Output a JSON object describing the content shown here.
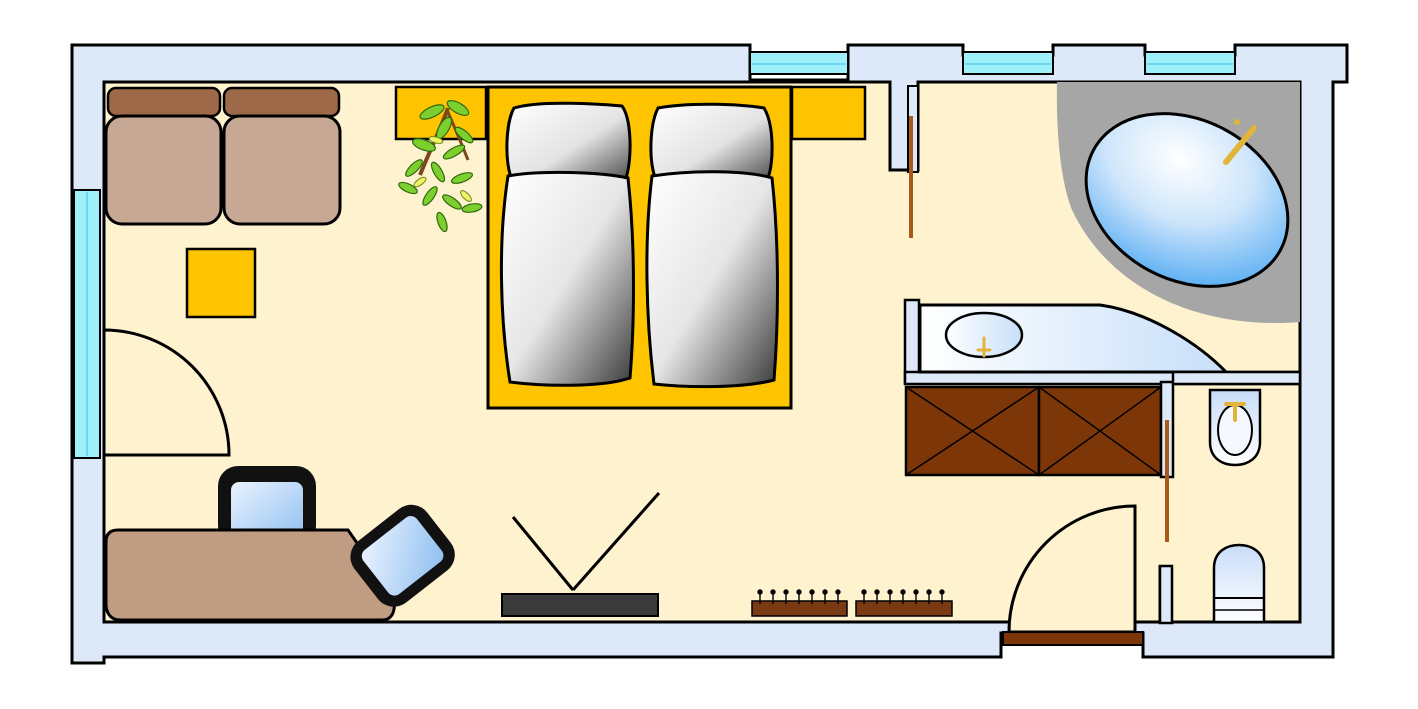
{
  "colors": {
    "background": "#ffffff",
    "wall_fill": "#dde8f8",
    "wall_stroke": "#000000",
    "floor": "#fef2cf",
    "window_glass": "#9ef0fb",
    "bed_frame": "#ffc400",
    "nightstand": "#ffc400",
    "stool": "#ffc400",
    "sofa": "#c6a895",
    "sofa_back": "#9e6948",
    "desk": "#bf9c82",
    "chair_frame": "#111111",
    "chair_seat": "#bcd9fb",
    "wardrobe": "#7d3608",
    "door_rail": "#a9591c",
    "bath_surround": "#a6a6a6",
    "tub_water": "#cde6fb",
    "ceramic": "#f6f8ff",
    "tap_gold": "#e2b53a",
    "tv_stand": "#3a3a3a",
    "radiator": "#7a3a14",
    "plant_green": "#7ccf2c"
  },
  "icons": [
    "sofa-icon",
    "bed-icon",
    "plant-icon",
    "desk-icon",
    "chair-icon",
    "tv-icon",
    "radiator-icon",
    "door-icon",
    "wardrobe-icon",
    "bathtub-icon",
    "washbasin-icon",
    "bidet-icon",
    "toilet-icon",
    "window-icon"
  ],
  "rooms": [
    "bedroom",
    "bathroom",
    "wc"
  ]
}
